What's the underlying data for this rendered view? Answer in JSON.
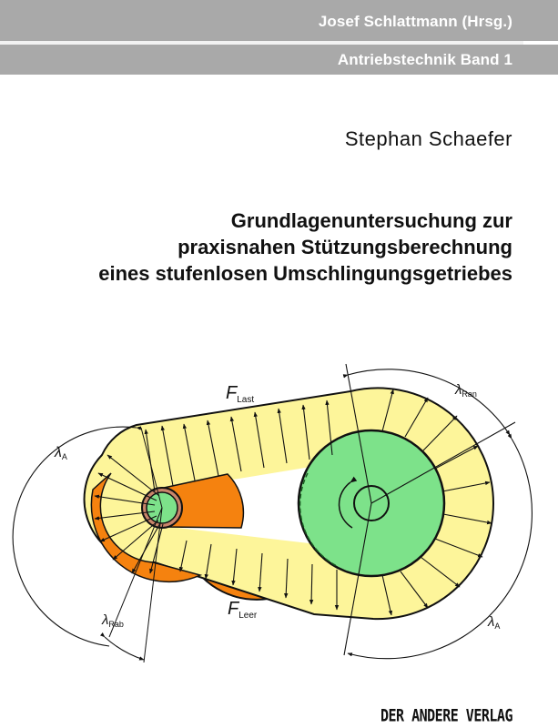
{
  "header": {
    "editor": "Josef Schlattmann (Hrsg.)",
    "series": "Antriebstechnik Band 1",
    "band_color": "#a9a9a9"
  },
  "author": "Stephan Schaefer",
  "title": {
    "lines": [
      "Grundlagenuntersuchung zur",
      "praxisnahen Stützungsberechnung",
      "eines stufenlosen Umschlingungsgetriebes"
    ]
  },
  "figure": {
    "description": "CVT belt drive force distribution diagram",
    "labels": {
      "f_last": "F",
      "f_last_sub": "Last",
      "f_leer": "F",
      "f_leer_sub": "Leer",
      "lambda_a_left": "λ",
      "lambda_a_left_sub": "A",
      "lambda_ran": "λ",
      "lambda_ran_sub": "Ran",
      "lambda_rab": "λ",
      "lambda_rab_sub": "Rab",
      "lambda_a_right": "λ",
      "lambda_a_right_sub": "A"
    },
    "colors": {
      "belt": "#fdf59a",
      "pulley": "#7de28a",
      "disc": "#f5820f",
      "stroke": "#111111"
    }
  },
  "publisher": "DER ANDERE VERLAG"
}
